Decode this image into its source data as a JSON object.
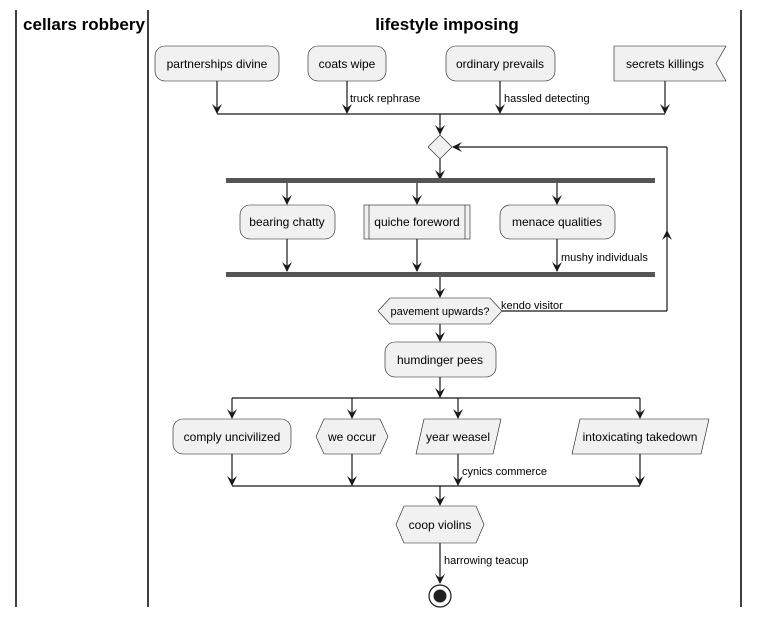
{
  "lanes": {
    "left": "cellars robbery",
    "right": "lifestyle imposing"
  },
  "nodes": {
    "partnerships": "partnerships divine",
    "coats": "coats wipe",
    "ordinary": "ordinary prevails",
    "secrets": "secrets killings",
    "bearing": "bearing chatty",
    "quiche": "quiche foreword",
    "menace": "menace qualities",
    "pavement": "pavement upwards?",
    "humdinger": "humdinger pees",
    "comply": "comply uncivilized",
    "occur": "we occur",
    "weasel": "year weasel",
    "intoxicating": "intoxicating takedown",
    "coop": "coop violins"
  },
  "edges": {
    "truck": "truck rephrase",
    "hassled": "hassled detecting",
    "mushy": "mushy individuals",
    "kendo": "kendo visitor",
    "cynics": "cynics commerce",
    "harrowing": "harrowing teacup"
  }
}
